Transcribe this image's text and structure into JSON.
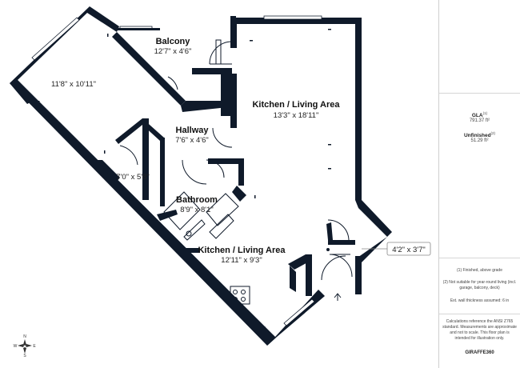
{
  "rooms": [
    {
      "name": "",
      "dims": "11'8\" x 10'11\""
    },
    {
      "name": "Balcony",
      "dims": "12'7\" x 4'6\""
    },
    {
      "name": "Kitchen / Living Area",
      "dims": "13'3\" x 18'11\""
    },
    {
      "name": "Hallway",
      "dims": "7'6\" x 4'6\""
    },
    {
      "name": "",
      "dims": "7'0\" x 5'8\""
    },
    {
      "name": "Bathroom",
      "dims": "8'9\" x 8'1\""
    },
    {
      "name": "Kitchen / Living Area",
      "dims": "12'11\" x 9'3\""
    }
  ],
  "closet_callout": "4'2\" x 3'7\"",
  "compass": {
    "n": "N",
    "s": "S",
    "e": "E",
    "w": "W"
  },
  "sidebar": {
    "gla_label": "GLA",
    "gla_sup": "(1)",
    "gla_value": "791.37 ft²",
    "unfinished_label": "Unfinished",
    "unfinished_sup": "(2)",
    "unfinished_value": "51.29 ft²",
    "note1": "(1) Finished, above grade",
    "note2": "(2) Not suitable for year-round living (incl. garage, balcony, deck)",
    "note3": "Ext. wall thickness assumed: 6 in",
    "disclaimer": "Calculations reference the ANSI Z765 standard. Measurements are approximate and not to scale. This floor plan is intended for illustration only.",
    "brand": "GIRAFFE360"
  }
}
